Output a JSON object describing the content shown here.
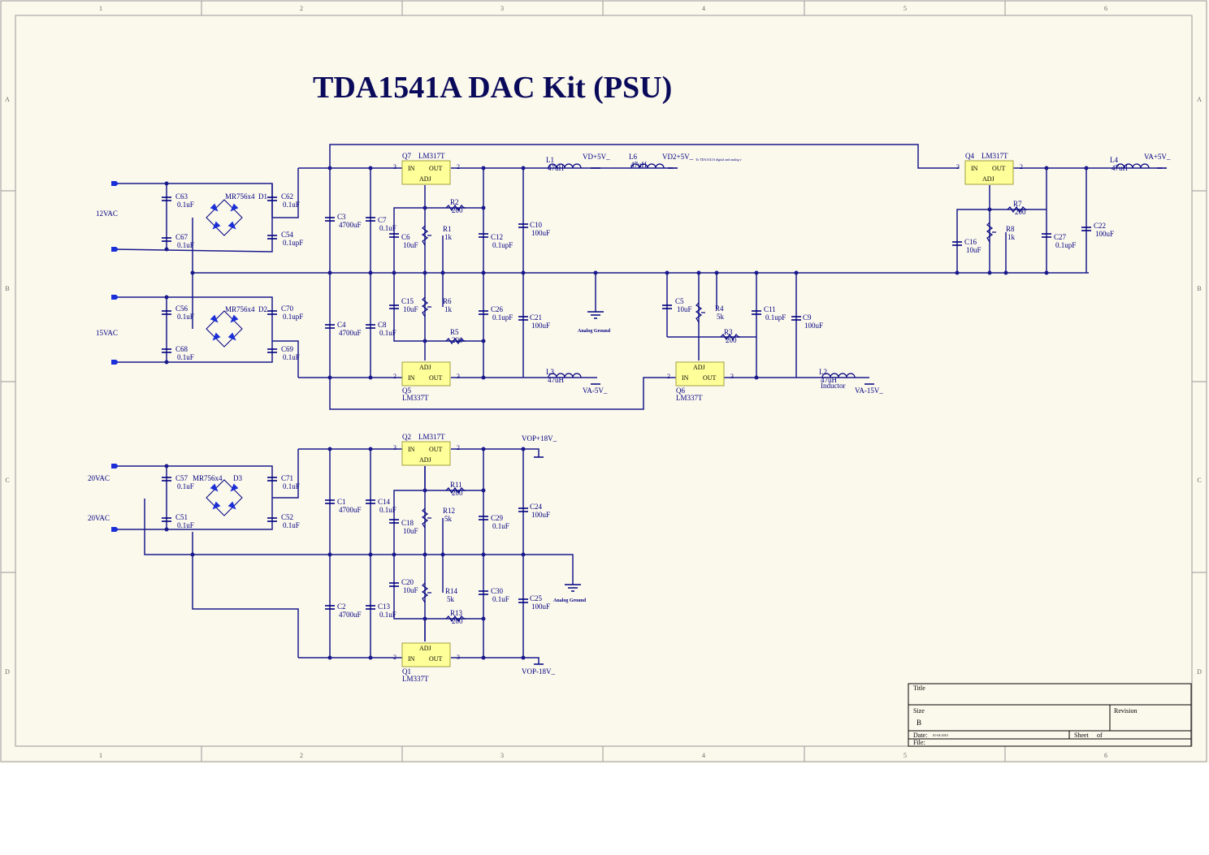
{
  "title": "TDA1541A DAC Kit (PSU)",
  "frame": {
    "cols": [
      "1",
      "2",
      "3",
      "4",
      "5",
      "6"
    ],
    "rows": [
      "A",
      "B",
      "C",
      "D"
    ]
  },
  "colors": {
    "wire": "#1a1a8c",
    "paper": "#fbf8ec",
    "regulator": "#ffff99",
    "diode": "#1a2fd8"
  },
  "inputs": [
    {
      "label": "12VAC"
    },
    {
      "label": "15VAC"
    },
    {
      "label": "20VAC"
    },
    {
      "label": "20VAC"
    }
  ],
  "bridges": [
    {
      "ref": "D1",
      "part": "MR756x4"
    },
    {
      "ref": "D2",
      "part": "MR756x4"
    },
    {
      "ref": "D3",
      "part": "MR756x4"
    }
  ],
  "regulators": [
    {
      "ref": "Q7",
      "part": "LM317T",
      "in": "IN",
      "out": "OUT",
      "adj": "ADJ",
      "pin_in": "3",
      "pin_out": "2"
    },
    {
      "ref": "Q5",
      "part": "LM337T",
      "in": "IN",
      "out": "OUT",
      "adj": "ADJ",
      "pin_in": "2",
      "pin_out": "3"
    },
    {
      "ref": "Q6",
      "part": "LM337T",
      "in": "IN",
      "out": "OUT",
      "adj": "ADJ",
      "pin_in": "2",
      "pin_out": "3"
    },
    {
      "ref": "Q4",
      "part": "LM317T",
      "in": "IN",
      "out": "OUT",
      "adj": "ADJ",
      "pin_in": "3",
      "pin_out": "2"
    },
    {
      "ref": "Q2",
      "part": "LM317T",
      "in": "IN",
      "out": "OUT",
      "adj": "ADJ",
      "pin_in": "3",
      "pin_out": "2"
    },
    {
      "ref": "Q1",
      "part": "LM337T",
      "in": "IN",
      "out": "OUT",
      "adj": "ADJ",
      "pin_in": "2",
      "pin_out": "3"
    }
  ],
  "components": [
    {
      "ref": "C63",
      "value": "0.1uF"
    },
    {
      "ref": "C67",
      "value": "0.1uF"
    },
    {
      "ref": "C62",
      "value": "0.1uF"
    },
    {
      "ref": "C54",
      "value": "0.1upF"
    },
    {
      "ref": "C56",
      "value": "0.1uF"
    },
    {
      "ref": "C68",
      "value": "0.1uF"
    },
    {
      "ref": "C70",
      "value": "0.1upF"
    },
    {
      "ref": "C69",
      "value": "0.1uF"
    },
    {
      "ref": "C3",
      "value": "4700uF"
    },
    {
      "ref": "C7",
      "value": "0.1uF"
    },
    {
      "ref": "C4",
      "value": "4700uF"
    },
    {
      "ref": "C8",
      "value": "0.1uF"
    },
    {
      "ref": "C6",
      "value": "10uF"
    },
    {
      "ref": "R1",
      "value": "1k"
    },
    {
      "ref": "R2",
      "value": "200"
    },
    {
      "ref": "C12",
      "value": "0.1upF"
    },
    {
      "ref": "C10",
      "value": "100uF"
    },
    {
      "ref": "C15",
      "value": "10uF"
    },
    {
      "ref": "R6",
      "value": "1k"
    },
    {
      "ref": "R5",
      "value": "200"
    },
    {
      "ref": "C26",
      "value": "0.1upF"
    },
    {
      "ref": "C21",
      "value": "100uF"
    },
    {
      "ref": "L1",
      "value": "47uH"
    },
    {
      "ref": "L6",
      "value": "47uH"
    },
    {
      "ref": "L3",
      "value": "47uH"
    },
    {
      "ref": "C5",
      "value": "10uF"
    },
    {
      "ref": "R4",
      "value": "5k"
    },
    {
      "ref": "R3",
      "value": "200"
    },
    {
      "ref": "C11",
      "value": "0.1upF"
    },
    {
      "ref": "C9",
      "value": "100uF"
    },
    {
      "ref": "L2",
      "value": "47uH"
    },
    {
      "ref": "C16",
      "value": "10uF"
    },
    {
      "ref": "R7",
      "value": "200"
    },
    {
      "ref": "R8",
      "value": "1k"
    },
    {
      "ref": "C27",
      "value": "0.1upF"
    },
    {
      "ref": "C22",
      "value": "100uF"
    },
    {
      "ref": "L4",
      "value": "47uH"
    },
    {
      "ref": "C57",
      "value": "0.1uF"
    },
    {
      "ref": "C51",
      "value": "0.1uF"
    },
    {
      "ref": "C71",
      "value": "0.1uF"
    },
    {
      "ref": "C52",
      "value": "0.1uF"
    },
    {
      "ref": "C1",
      "value": "4700uF"
    },
    {
      "ref": "C14",
      "value": "0.1uF"
    },
    {
      "ref": "C2",
      "value": "4700uF"
    },
    {
      "ref": "C13",
      "value": "0.1uF"
    },
    {
      "ref": "C18",
      "value": "10uF"
    },
    {
      "ref": "R11",
      "value": "200"
    },
    {
      "ref": "R12",
      "value": "5k"
    },
    {
      "ref": "C29",
      "value": "0.1uF"
    },
    {
      "ref": "C24",
      "value": "100uF"
    },
    {
      "ref": "C20",
      "value": "10uF"
    },
    {
      "ref": "R14",
      "value": "5k"
    },
    {
      "ref": "R13",
      "value": "200"
    },
    {
      "ref": "C30",
      "value": "0.1uF"
    },
    {
      "ref": "C25",
      "value": "100uF"
    }
  ],
  "inductor_label": "Inductor",
  "rails": [
    {
      "label": "VD+5V_"
    },
    {
      "label": "VD2+5V_"
    },
    {
      "label": "VA+5V_"
    },
    {
      "label": "VA-5V_"
    },
    {
      "label": "VA-15V_"
    },
    {
      "label": "VOP+18V_"
    },
    {
      "label": "VOP-18V_"
    }
  ],
  "note": "To TDA1541A digital and analog v",
  "grounds": [
    "Analog Ground",
    "Analog Ground"
  ],
  "title_block": {
    "title_label": "Title",
    "size_label": "Size",
    "size_value": "B",
    "revision_label": "Revision",
    "date_label": "Date:",
    "date_value": "01-04-2010",
    "file_label": "File:",
    "sheet_label": "Sheet",
    "of_label": "of"
  }
}
